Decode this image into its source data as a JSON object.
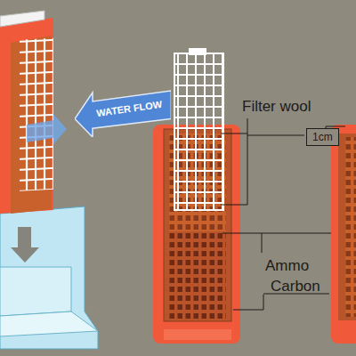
{
  "diagram": {
    "nodes": [
      {
        "text": [
          "WATER FLOW"
        ]
      },
      {
        "text": [
          "1cm"
        ]
      }
    ],
    "labels": [
      "Filter wool",
      "Ammo",
      "Carbon"
    ]
  }
}
